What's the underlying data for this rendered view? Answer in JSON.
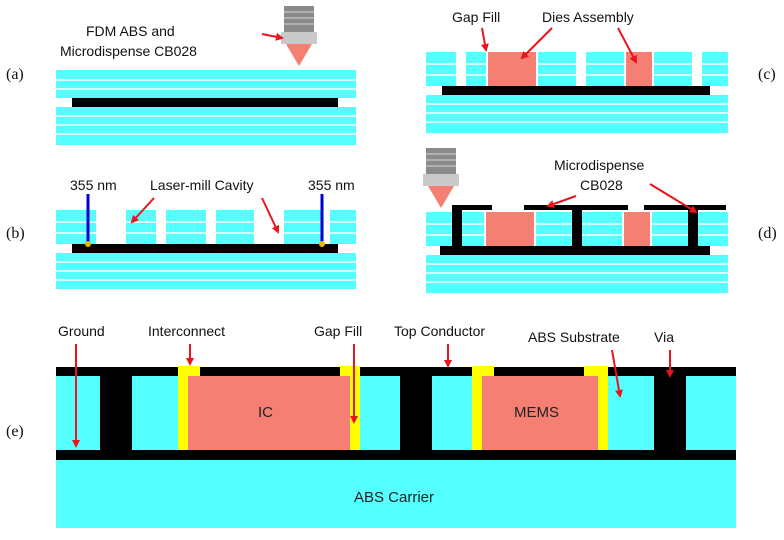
{
  "colors": {
    "abs": "#55ffff",
    "black": "#000000",
    "die": "#f47f72",
    "gap_fill": "#ffff00",
    "arrow": "#e8141e",
    "laser": "#0000cc",
    "nozzle": "#999999"
  },
  "panels": {
    "a": {
      "label": "(a)",
      "caption_line1": "FDM ABS and",
      "caption_line2": "Microdispense CB028"
    },
    "b": {
      "label": "(b)",
      "laser_left": "355 nm",
      "laser_right": "355 nm",
      "cavity": "Laser-mill Cavity"
    },
    "c": {
      "label": "(c)",
      "gap_fill": "Gap Fill",
      "dies": "Dies Assembly"
    },
    "d": {
      "label": "(d)",
      "caption_line1": "Microdispense",
      "caption_line2": "CB028"
    },
    "e": {
      "label": "(e)",
      "ground": "Ground",
      "interconnect": "Interconnect",
      "gap_fill": "Gap Fill",
      "top_conductor": "Top Conductor",
      "abs_substrate": "ABS Substrate",
      "via": "Via",
      "ic": "IC",
      "mems": "MEMS",
      "carrier": "ABS Carrier"
    }
  },
  "icons": [
    "nozzle-icon",
    "laser-beam-icon",
    "arrow-icon"
  ]
}
